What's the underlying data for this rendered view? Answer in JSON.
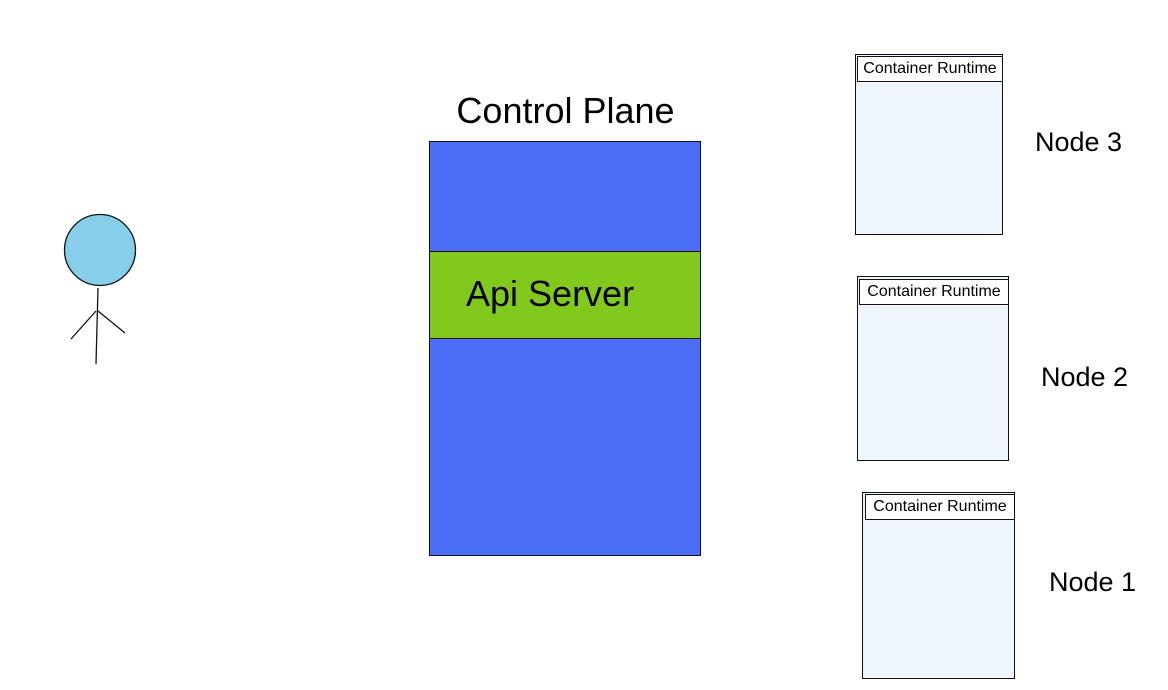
{
  "colors": {
    "user_head": "#87ceeb",
    "control_plane": "#4a6ef5",
    "api_server": "#82c91e",
    "node": "#eef5fd",
    "stroke": "#111111"
  },
  "user": {
    "icon": "stick-figure-icon"
  },
  "control_plane": {
    "title": "Control Plane",
    "api_server_label": "Api Server"
  },
  "nodes": [
    {
      "label": "Node 3",
      "runtime_label": "Container Runtime"
    },
    {
      "label": "Node 2",
      "runtime_label": "Container Runtime"
    },
    {
      "label": "Node 1",
      "runtime_label": "Container Runtime"
    }
  ]
}
